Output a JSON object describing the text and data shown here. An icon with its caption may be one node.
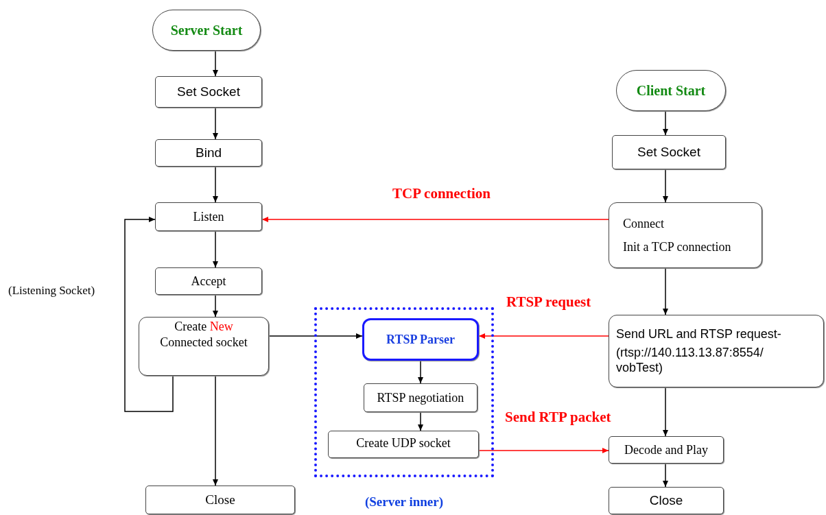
{
  "diagram": {
    "nodes": [
      {
        "text": [
          "Server Start"
        ]
      },
      {
        "text": [
          "Set Socket"
        ]
      },
      {
        "text": [
          "Bind"
        ]
      },
      {
        "text": [
          "Listen"
        ]
      },
      {
        "text": [
          "Accept"
        ]
      },
      {
        "text": [
          "Create **New** Connected socket"
        ]
      },
      {
        "text": [
          "(Server inner)"
        ]
      },
      {
        "text": [
          "RTSP Parser"
        ],
        "in": 6
      },
      {
        "text": [
          "RTSP negotiation"
        ],
        "in": 6
      },
      {
        "text": [
          "Create UDP socket"
        ],
        "in": 6
      },
      {
        "text": [
          "Close"
        ]
      },
      {
        "text": [
          "Client Start"
        ]
      },
      {
        "text": [
          "Set Socket"
        ]
      },
      {
        "text": [
          "Connect",
          "Init a TCP connection"
        ]
      },
      {
        "text": [
          "Send URL and RTSP request-",
          "(rtsp://140.113.13.87:8554/ vobTest)"
        ]
      },
      {
        "text": [
          "Decode and Play"
        ]
      },
      {
        "text": [
          "Close"
        ]
      }
    ],
    "edges": [
      {
        "from": 0,
        "to": 1,
        "arrow": "to"
      },
      {
        "from": 1,
        "to": 2,
        "arrow": "to"
      },
      {
        "from": 2,
        "to": 3,
        "arrow": "to"
      },
      {
        "from": 3,
        "to": 4,
        "arrow": "to"
      },
      {
        "from": 4,
        "to": 5,
        "arrow": "to"
      },
      {
        "from": 5,
        "to": 3,
        "arrow": "to",
        "label": "(Listening Socket)"
      },
      {
        "from": 5,
        "to": 10,
        "arrow": "to"
      },
      {
        "from": 5,
        "to": 7,
        "arrow": "to"
      },
      {
        "from": 7,
        "to": 8,
        "arrow": "to"
      },
      {
        "from": 8,
        "to": 9,
        "arrow": "to"
      },
      {
        "from": 9,
        "to": 15,
        "arrow": "to",
        "label": "Send RTP packet",
        "color": "#ff0000"
      },
      {
        "from": 11,
        "to": 12,
        "arrow": "to"
      },
      {
        "from": 12,
        "to": 13,
        "arrow": "to"
      },
      {
        "from": 13,
        "to": 3,
        "arrow": "to",
        "label": "TCP connection",
        "color": "#ff0000"
      },
      {
        "from": 13,
        "to": 14,
        "arrow": "to"
      },
      {
        "from": 14,
        "to": 7,
        "arrow": "to",
        "label": "RTSP request",
        "color": "#ff0000"
      },
      {
        "from": 14,
        "to": 15,
        "arrow": "to"
      },
      {
        "from": 15,
        "to": 16,
        "arrow": "to"
      }
    ]
  }
}
